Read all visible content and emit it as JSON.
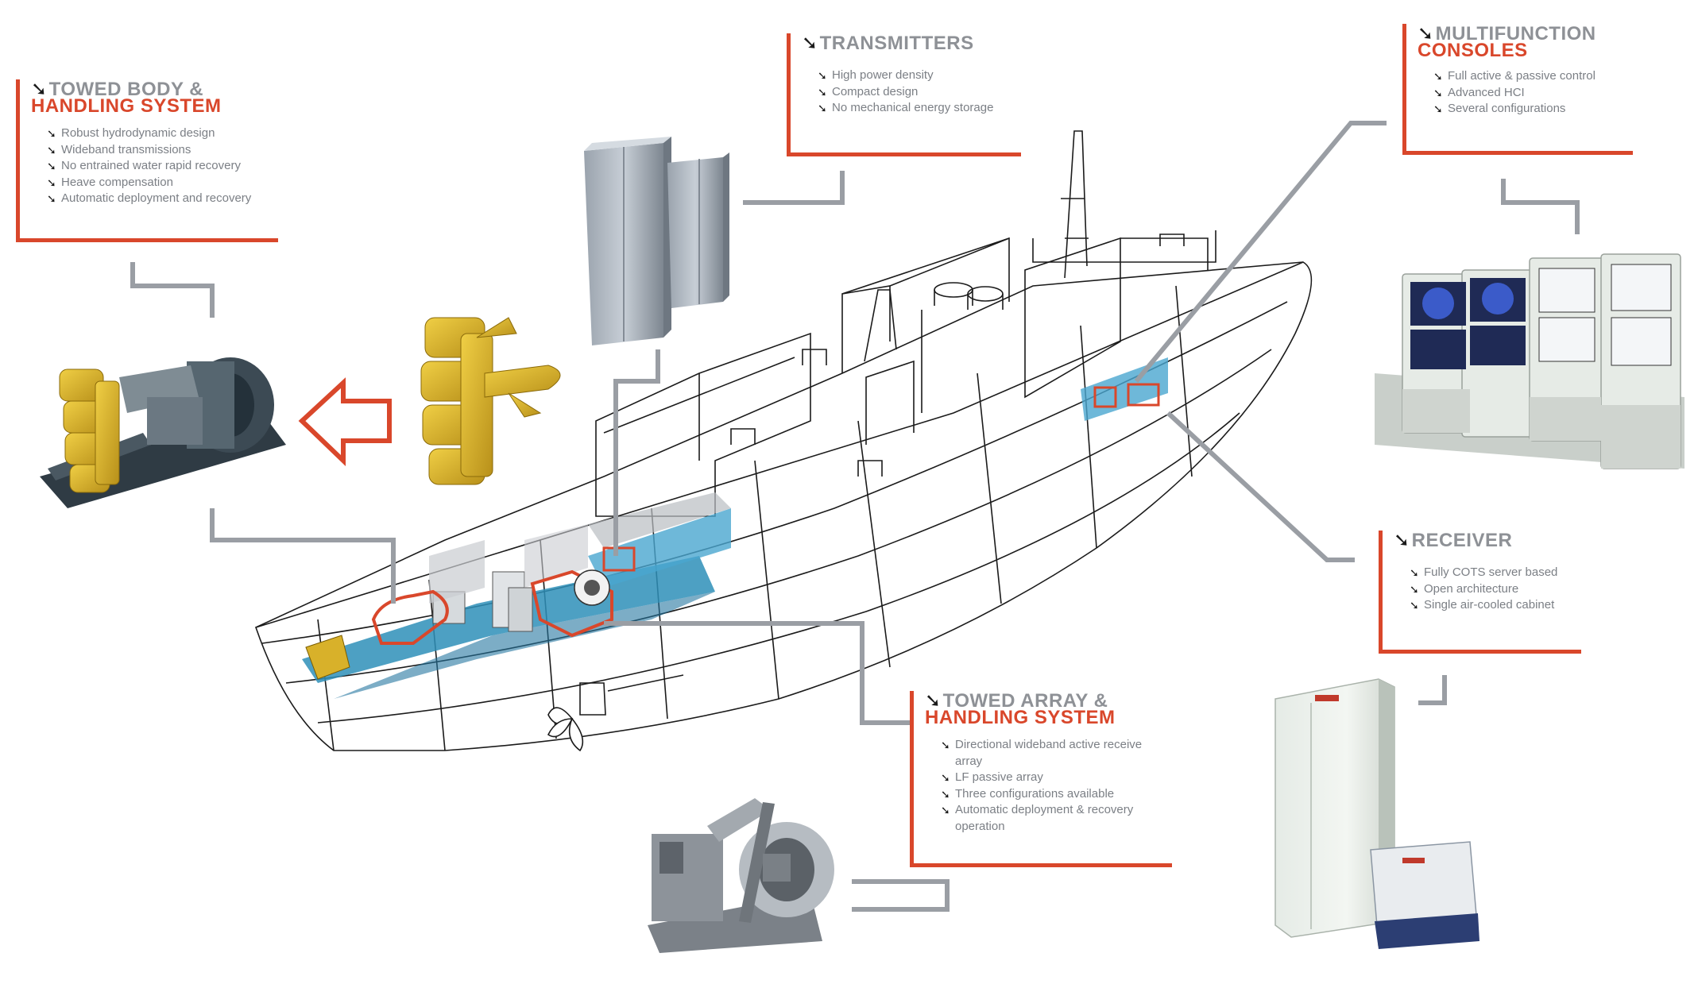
{
  "panels": {
    "towed_body": {
      "title_line1": "TOWED BODY &",
      "title_line2": "HANDLING SYSTEM",
      "bullets": [
        "Robust hydrodynamic design",
        "Wideband transmissions",
        "No entrained water rapid recovery",
        "Heave compensation",
        "Automatic deployment and recovery"
      ]
    },
    "transmitters": {
      "title_line1": "TRANSMITTERS",
      "bullets": [
        "High power density",
        "Compact design",
        "No mechanical energy storage"
      ]
    },
    "consoles": {
      "title_line1": "MULTIFUNCTION",
      "title_line2": "CONSOLES",
      "bullets": [
        "Full active & passive control",
        "Advanced HCI",
        "Several configurations"
      ]
    },
    "receiver": {
      "title_line1": "RECEIVER",
      "bullets": [
        "Fully COTS server based",
        "Open architecture",
        "Single air-cooled cabinet"
      ]
    },
    "towed_array": {
      "title_line1": "TOWED ARRAY &",
      "title_line2": "HANDLING SYSTEM",
      "bullets": [
        "Directional wideband active receive array",
        "LF passive array",
        "Three configurations available",
        "Automatic deployment & recovery operation"
      ]
    }
  },
  "icons": {
    "title_icon": "diagonal-arrow-icon",
    "bullet_icon": "diagonal-arrow-icon"
  },
  "colors": {
    "accent_red": "#d9472b",
    "title_grey": "#8e9196",
    "text_grey": "#7b7f85",
    "connector_grey": "#9a9ea4",
    "water_blue": "#2e8fb8",
    "yellow": "#d8b12a"
  }
}
